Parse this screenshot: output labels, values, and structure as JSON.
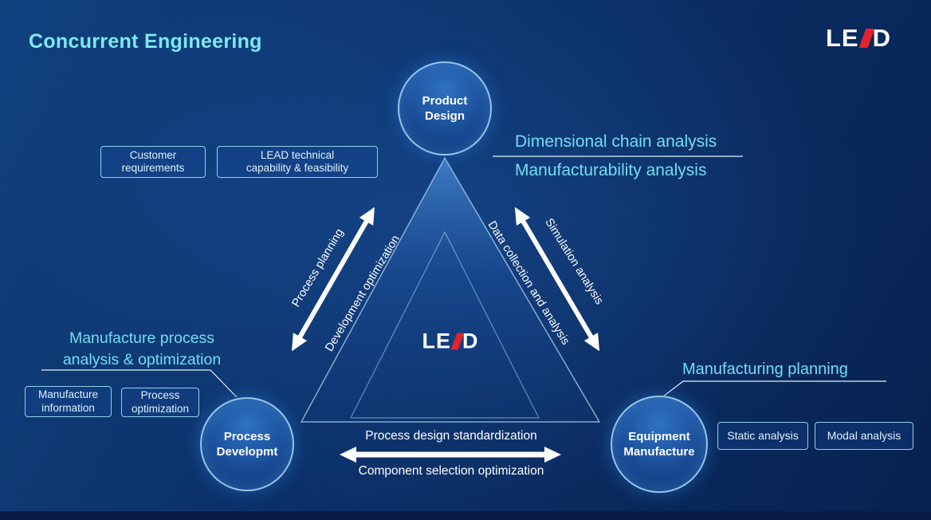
{
  "title": "Concurrent Engineering",
  "colors": {
    "accent_cyan": "#72ddf4",
    "brand_red": "#e4232b",
    "background_blue": "#0b3068",
    "white": "#ffffff"
  },
  "brand": {
    "le": "LE",
    "d": "D"
  },
  "center_logo": {
    "le": "LE",
    "d": "D"
  },
  "nodes": {
    "product": {
      "line1": "Product",
      "line2": "Design"
    },
    "process": {
      "line1": "Process",
      "line2": "Developmt"
    },
    "equipment": {
      "line1": "Equipment",
      "line2": "Manufacture"
    }
  },
  "callouts": {
    "product": {
      "line1": "Dimensional chain analysis",
      "line2": "Manufacturability analysis"
    },
    "process": {
      "line1": "Manufacture process",
      "line2": "analysis & optimization"
    },
    "equipment": {
      "label": "Manufacturing planning"
    }
  },
  "info_boxes": {
    "customer": {
      "line1": "Customer",
      "line2": "requirements"
    },
    "lead_capability": {
      "line1": "LEAD technical",
      "line2": "capability & feasibility"
    },
    "manufacture_info": {
      "line1": "Manufacture",
      "line2": "information"
    },
    "process_opt": {
      "line1": "Process",
      "line2": "optimization"
    },
    "static": {
      "label": "Static analysis"
    },
    "modal": {
      "label": "Modal analysis"
    }
  },
  "edge_labels": {
    "left_a": "Process planning",
    "left_b": "Development optimization",
    "right_a": "Simulation analysis",
    "right_b": "Data collection and analysis",
    "bottom_top": "Process design standardization",
    "bottom_bottom": "Component selection optimization"
  }
}
